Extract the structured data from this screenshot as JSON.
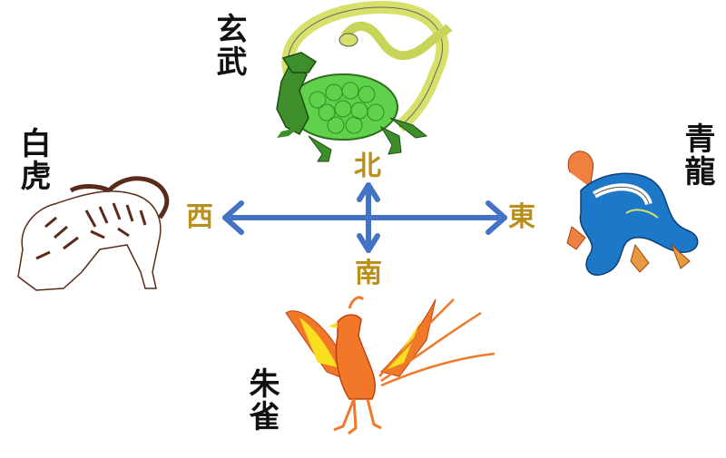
{
  "title": "Four Symbols (四神) with cardinal directions",
  "colors": {
    "direction_text": "#B8901A",
    "arrow": "#4472C4",
    "name_text": "#111111",
    "tortoise_green": "#3E8E2C",
    "shell_green": "#5FD14A",
    "snake_yellow": "#D6E06A",
    "dragon_blue": "#1E78C8",
    "dragon_flame": "#F08040",
    "phoenix_orange": "#F07828",
    "phoenix_yellow": "#F8E020",
    "tiger_stripe": "#5A2A1A"
  },
  "directions": {
    "north": "北",
    "south": "南",
    "east": "東",
    "west": "西"
  },
  "beasts": {
    "north": {
      "name": "玄武",
      "depiction": "black-tortoise-with-snake"
    },
    "east": {
      "name": "青龍",
      "depiction": "azure-dragon"
    },
    "west": {
      "name": "白虎",
      "depiction": "white-tiger"
    },
    "south": {
      "name": "朱雀",
      "depiction": "vermilion-bird"
    }
  }
}
